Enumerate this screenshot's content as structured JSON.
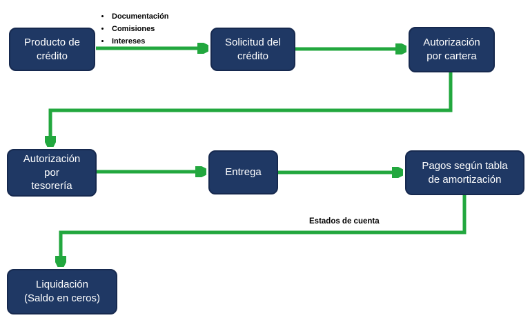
{
  "colors": {
    "node_fill": "#1f3864",
    "node_border": "#16294f",
    "node_text": "#ffffff",
    "arrow_green": "#22a73e",
    "annotation_text": "#000000",
    "background": "#ffffff"
  },
  "nodes": {
    "producto_credito": {
      "label": "Producto de\ncrédito"
    },
    "solicitud_credito": {
      "label": "Solicitud del\ncrédito"
    },
    "autorizacion_cartera": {
      "label": "Autorización\npor cartera"
    },
    "autorizacion_tesoreria": {
      "label": "Autorización\npor\ntesorería"
    },
    "entrega": {
      "label": "Entrega"
    },
    "pagos_amortizacion": {
      "label": "Pagos según tabla\nde amortización"
    },
    "liquidacion": {
      "label": "Liquidación\n(Saldo en ceros)"
    }
  },
  "annotations": {
    "bullets": [
      "Documentación",
      "Comisiones",
      "Intereses"
    ],
    "edge_label": "Estados de cuenta"
  },
  "edges": [
    {
      "from": "producto_credito",
      "to": "solicitud_credito"
    },
    {
      "from": "solicitud_credito",
      "to": "autorizacion_cartera"
    },
    {
      "from": "autorizacion_cartera",
      "to": "autorizacion_tesoreria"
    },
    {
      "from": "autorizacion_tesoreria",
      "to": "entrega"
    },
    {
      "from": "entrega",
      "to": "pagos_amortizacion"
    },
    {
      "from": "pagos_amortizacion",
      "to": "liquidacion",
      "label": "Estados de cuenta"
    }
  ]
}
